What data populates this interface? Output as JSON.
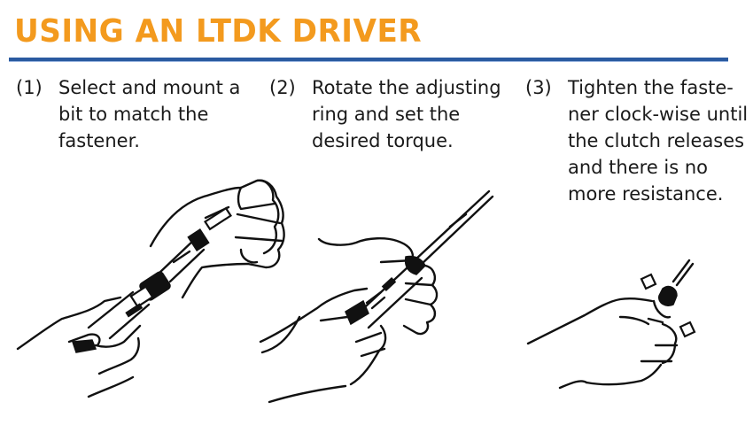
{
  "header": {
    "title": "USING AN LTDK DRIVER",
    "title_color": "#F39A1E",
    "rule_color": "#2A5AA0"
  },
  "steps": [
    {
      "number": "(1)",
      "text": "Select and mount a\nbit to match the\nfastener.",
      "illustration": "hands-mounting-bit-illustration"
    },
    {
      "number": "(2)",
      "text": "Rotate the adjusting\nring and set the\ndesired torque.",
      "illustration": "hands-rotating-ring-illustration"
    },
    {
      "number": "(3)",
      "text": "Tighten the faste-\nner clock-wise until\nthe clutch releases\nand there is no\nmore resistance.",
      "illustration": "hand-tightening-fastener-illustration"
    }
  ]
}
